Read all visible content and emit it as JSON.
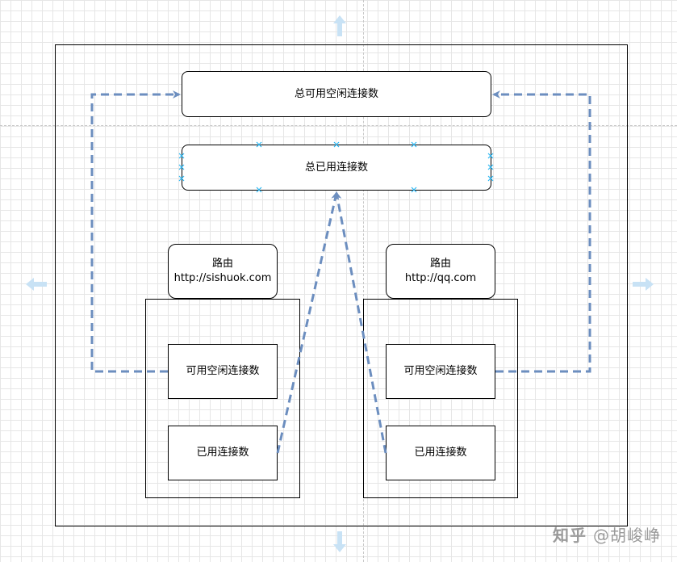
{
  "nodes": {
    "total_idle": "总可用空闲连接数",
    "total_used": "总已用连接数"
  },
  "routers": [
    {
      "title": "路由",
      "url": "http://sishuok.com",
      "idle_label": "可用空闲连接数",
      "used_label": "已用连接数"
    },
    {
      "title": "路由",
      "url": "http://qq.com",
      "idle_label": "可用空闲连接数",
      "used_label": "已用连接数"
    }
  ],
  "watermark": {
    "logo": "知乎",
    "author": "@胡峻峥"
  },
  "colors": {
    "connector": "#6c8ebf",
    "handle": "#29b6f2",
    "guide_arrow": "#c8e2f5"
  }
}
